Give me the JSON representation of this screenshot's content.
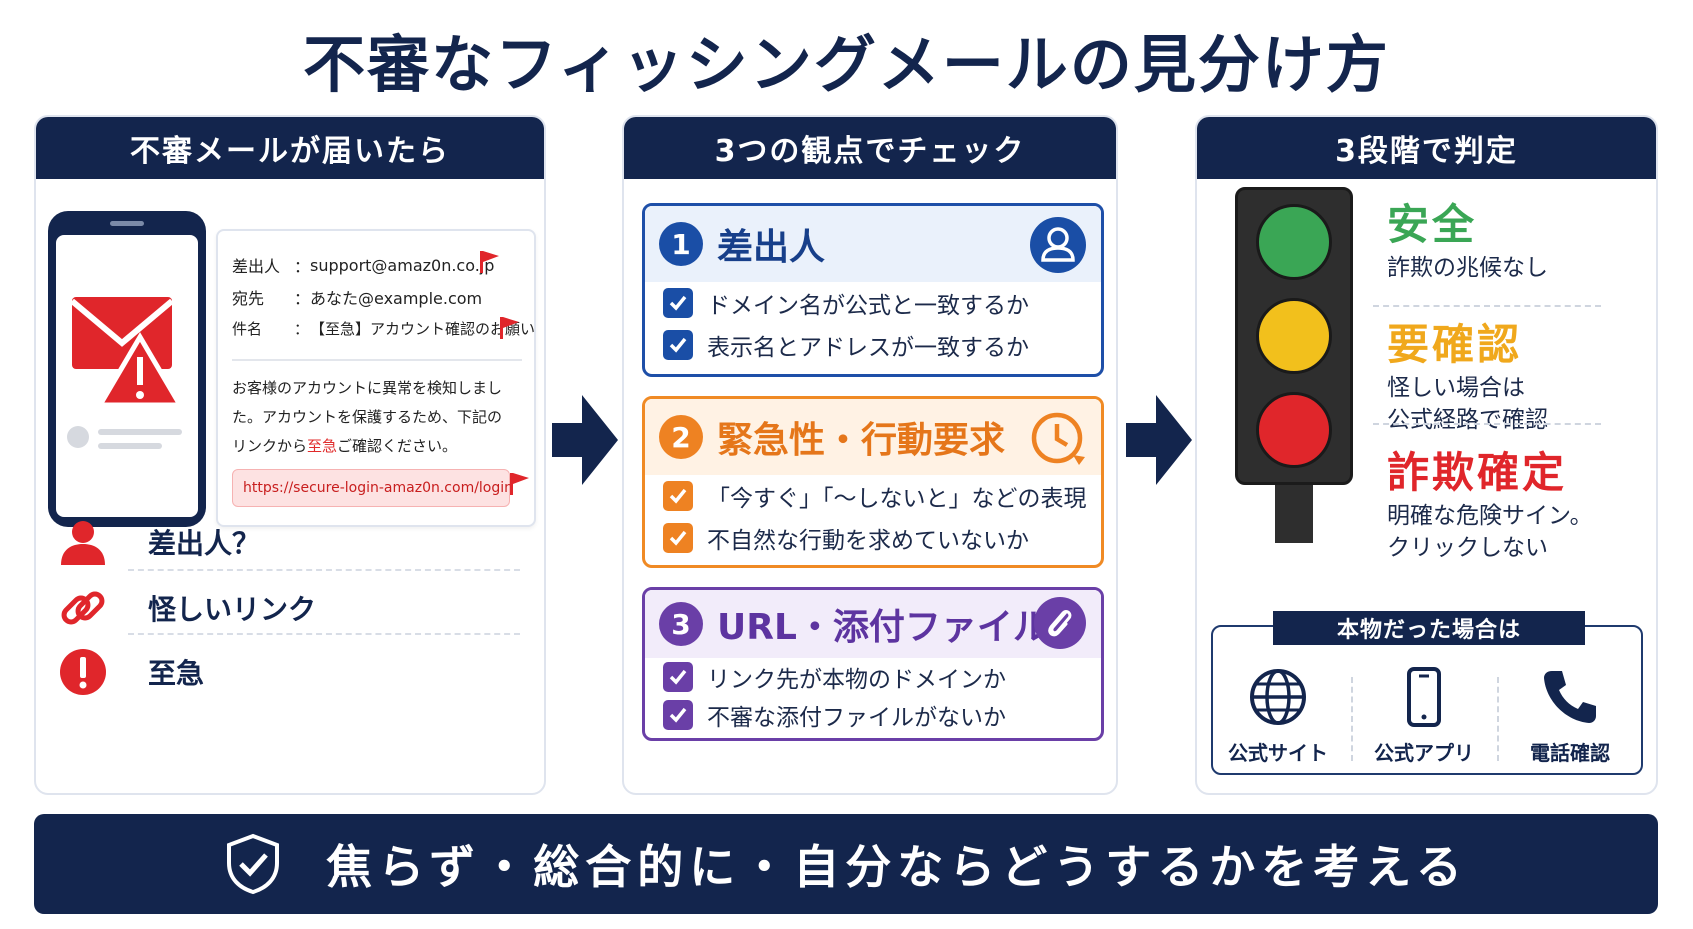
{
  "title": "不審なフィッシングメールの見分け方",
  "panel1": {
    "header": "不審メールが届いたら",
    "email": {
      "from_label": "差出人",
      "from_value": "support@amaz0n.co.jp",
      "to_label": "宛先",
      "to_value": "あなた@example.com",
      "subject_label": "件名",
      "subject_value": "【至急】アカウント確認のお願い",
      "separator": "：",
      "body_1": "お客様のアカウントに異常を検知しまし",
      "body_2": "た。アカウントを保護するため、下記の",
      "body_3a": "リンクから",
      "body_3b": "至急",
      "body_3c": "ご確認ください。",
      "url": "https://secure-login-amaz0n.com/login"
    },
    "signs": [
      "差出人？",
      "怪しいリンク",
      "至急"
    ]
  },
  "panel2": {
    "header": "3つの観点でチェック",
    "cards": [
      {
        "num": "1",
        "title": "差出人",
        "items": [
          "ドメイン名が公式と一致するか",
          "表示名とアドレスが一致するか"
        ]
      },
      {
        "num": "2",
        "title": "緊急性・行動要求",
        "items": [
          "「今すぐ」「〜しないと」などの表現",
          "不自然な行動を求めていないか"
        ]
      },
      {
        "num": "3",
        "title": "URL・添付ファイル",
        "items": [
          "リンク先が本物のドメインか",
          "不審な添付ファイルがないか"
        ]
      }
    ]
  },
  "panel3": {
    "header": "3段階で判定",
    "verdicts": [
      {
        "title": "安全",
        "desc": [
          "詐欺の兆候なし"
        ],
        "color": "#3aa655"
      },
      {
        "title": "要確認",
        "desc": [
          "怪しい場合は",
          "公式経路で確認"
        ],
        "color": "#f0a81c"
      },
      {
        "title": "詐欺確定",
        "desc": [
          "明確な危険サイン。",
          "クリックしない"
        ],
        "color": "#e0262b"
      }
    ],
    "real_label": "本物だった場合は",
    "real_items": [
      "公式サイト",
      "公式アプリ",
      "電話確認"
    ]
  },
  "banner": "焦らず・総合的に・自分ならどうするかを考える",
  "colors": {
    "navy": "#13254d",
    "danger": "#e0262b",
    "green": "#3aa655",
    "yellow": "#f2c01c"
  }
}
